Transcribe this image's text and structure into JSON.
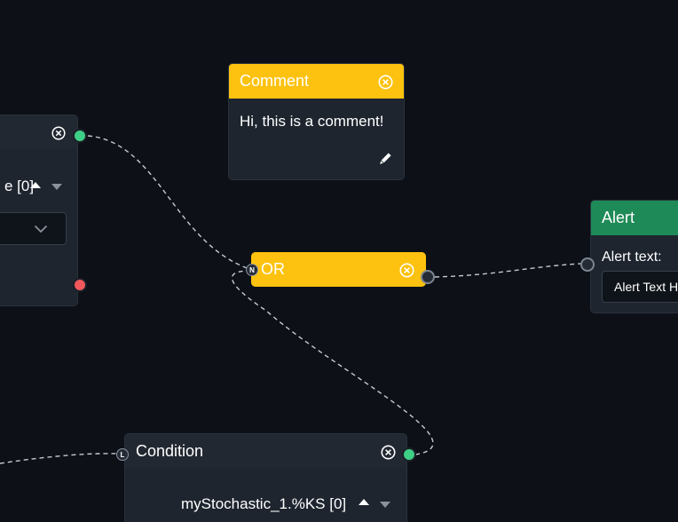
{
  "colors": {
    "background": "#0d1117",
    "node_body": "#1e252f",
    "comment_header": "#fdc20f",
    "or_header": "#fdc20f",
    "alert_header": "#1e8a57",
    "condition_header": "#222831",
    "port_green": "#3ecf86",
    "port_red": "#f0585c",
    "wire": "#c5cad2"
  },
  "left_node": {
    "field_label": "e [0]"
  },
  "comment_node": {
    "title": "Comment",
    "text": "Hi, this is a comment!",
    "close_icon": "close-circle-icon",
    "edit_icon": "pencil-icon"
  },
  "or_node": {
    "title": "OR",
    "input_port_letter": "N",
    "close_icon": "close-circle-icon"
  },
  "alert_node": {
    "title": "Alert",
    "field_label": "Alert text:",
    "input_value": "Alert Text H"
  },
  "condition_node": {
    "title": "Condition",
    "input_port_letter": "L",
    "field_label": "myStochastic_1.%KS [0]",
    "close_icon": "close-circle-icon"
  }
}
